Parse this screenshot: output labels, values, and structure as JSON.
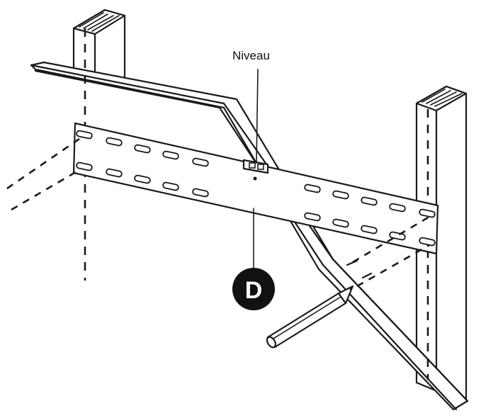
{
  "labels": {
    "level": "Niveau",
    "part_marker": "D"
  },
  "icons": {
    "level_tool": "spirit-level-icon",
    "pencil": "pencil-icon",
    "part_badge": "circle-letter-badge"
  },
  "colors": {
    "ink": "#1a1a1a",
    "background": "#ffffff",
    "badge": "#111111"
  }
}
